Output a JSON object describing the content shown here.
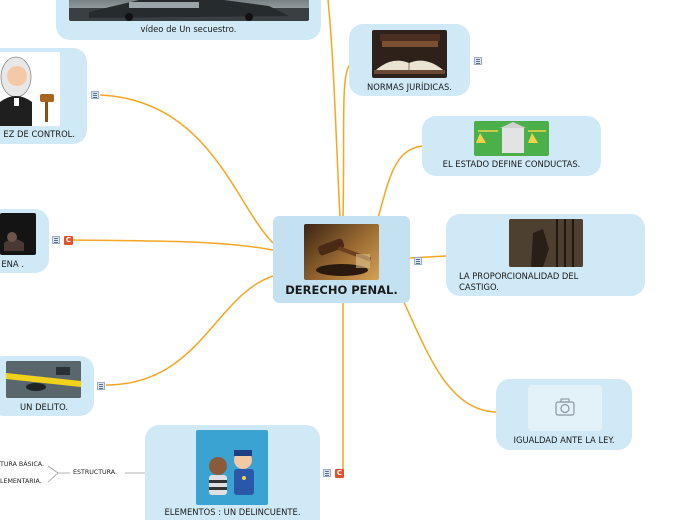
{
  "central": {
    "label": "DERECHO PENAL."
  },
  "nodes": {
    "video": "vídeo  de Un secuestro.",
    "normas": "NORMAS JURÍDICAS.",
    "juez": "EZ DE CONTROL.",
    "estado": "EL ESTADO  DEFINE CONDUCTAS.",
    "pena": "ENA .",
    "proporcionalidad_1": "LA PROPORCIONALIDAD DEL",
    "proporcionalidad_2": "CASTIGO.",
    "delito": "UN DELITO.",
    "igualdad": "IGUALDAD ANTE LA LEY.",
    "elementos": "ELEMENTOS : UN DELINCUENTE."
  },
  "sub": {
    "estructura": "ESTRUCTURA.",
    "basica": "TURA BÁSICA.",
    "elemental": "LEMENTARIA."
  },
  "badges": {
    "c1": "C",
    "c2": "C"
  },
  "colors": {
    "link": "#f5a623",
    "node": "#cfe9f6",
    "badge": "#e2512b"
  },
  "icons": {
    "camera": "camera-icon",
    "notes": "notes-icon"
  }
}
